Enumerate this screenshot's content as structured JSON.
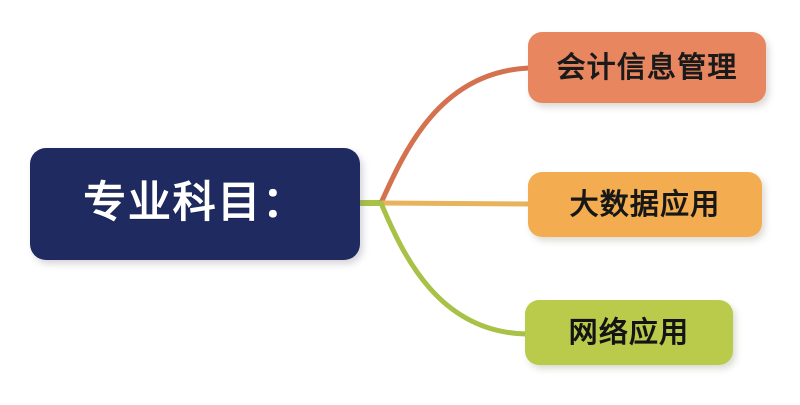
{
  "diagram": {
    "type": "mindmap",
    "background_color": "#ffffff",
    "root": {
      "label": "专业科目：",
      "fill_color": "#1f2a60",
      "text_color": "#ffffff"
    },
    "branches": [
      {
        "label": "会计信息管理",
        "fill_color": "#e8875f",
        "text_color": "#1a1a1a",
        "connector_color": "#d4714f"
      },
      {
        "label": "大数据应用",
        "fill_color": "#f3ad50",
        "text_color": "#171717",
        "connector_color": "#e8b35a"
      },
      {
        "label": "网络应用",
        "fill_color": "#bacb4c",
        "text_color": "#141414",
        "connector_color": "#a7c246"
      }
    ],
    "junction_stub_color": "#a7c246"
  }
}
